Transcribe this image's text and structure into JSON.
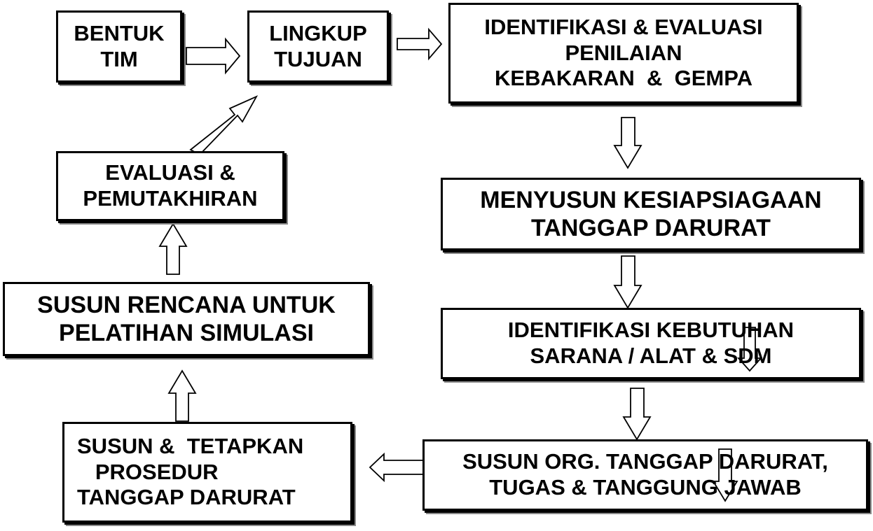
{
  "nodes": {
    "bentuk_tim": [
      "BENTUK",
      "TIM"
    ],
    "lingkup_tujuan": [
      "LINGKUP",
      "TUJUAN"
    ],
    "identifikasi_evaluasi": [
      "IDENTIFIKASI & EVALUASI",
      "PENILAIAN",
      "KEBAKARAN  &  GEMPA"
    ],
    "menyusun_kesiapsiagaan": [
      "MENYUSUN KESIAPSIAGAAN",
      "TANGGAP DARURAT"
    ],
    "identifikasi_kebutuhan": [
      "IDENTIFIKASI KEBUTUHAN",
      "SARANA / ALAT & SDM"
    ],
    "susun_org": [
      "SUSUN ORG. TANGGAP DARURAT,",
      "TUGAS & TANGGUNG JAWAB"
    ],
    "susun_prosedur": [
      "SUSUN &  TETAPKAN",
      "   PROSEDUR",
      "TANGGAP DARURAT"
    ],
    "susun_rencana": [
      "SUSUN RENCANA UNTUK",
      "PELATIHAN SIMULASI"
    ],
    "evaluasi_pemutakhiran": [
      "EVALUASI &",
      "PEMUTAKHIRAN"
    ]
  },
  "colors": {
    "border": "#000000",
    "arrow_fill": "#ffffff",
    "shadow": "#8a8a8a"
  }
}
